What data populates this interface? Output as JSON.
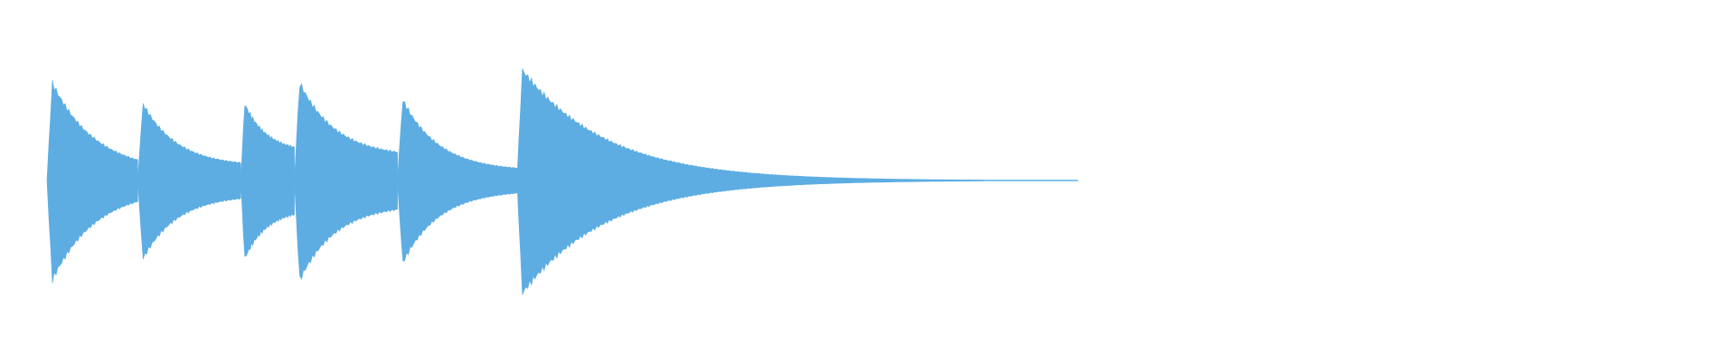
{
  "chart_data": {
    "type": "area",
    "title": "",
    "xlabel": "",
    "ylabel": "",
    "x_range": [
      0,
      1
    ],
    "y_range": [
      -1,
      1
    ],
    "grid": false,
    "color": "#5DADE2",
    "notes": [
      {
        "onset": 0.0,
        "peak": 0.93,
        "decay": 0.7,
        "floor": 0.07
      },
      {
        "onset": 0.088,
        "peak": 0.74,
        "decay": 1.0,
        "floor": 0.12
      },
      {
        "onset": 0.188,
        "peak": 0.73,
        "decay": 0.8,
        "floor": 0.24
      },
      {
        "onset": 0.24,
        "peak": 0.93,
        "decay": 0.95,
        "floor": 0.2
      },
      {
        "onset": 0.34,
        "peak": 0.78,
        "decay": 1.1,
        "floor": 0.08
      },
      {
        "onset": 0.456,
        "peak": 1.0,
        "decay": 2.2,
        "floor": 0.0
      }
    ],
    "end": 1.0
  }
}
